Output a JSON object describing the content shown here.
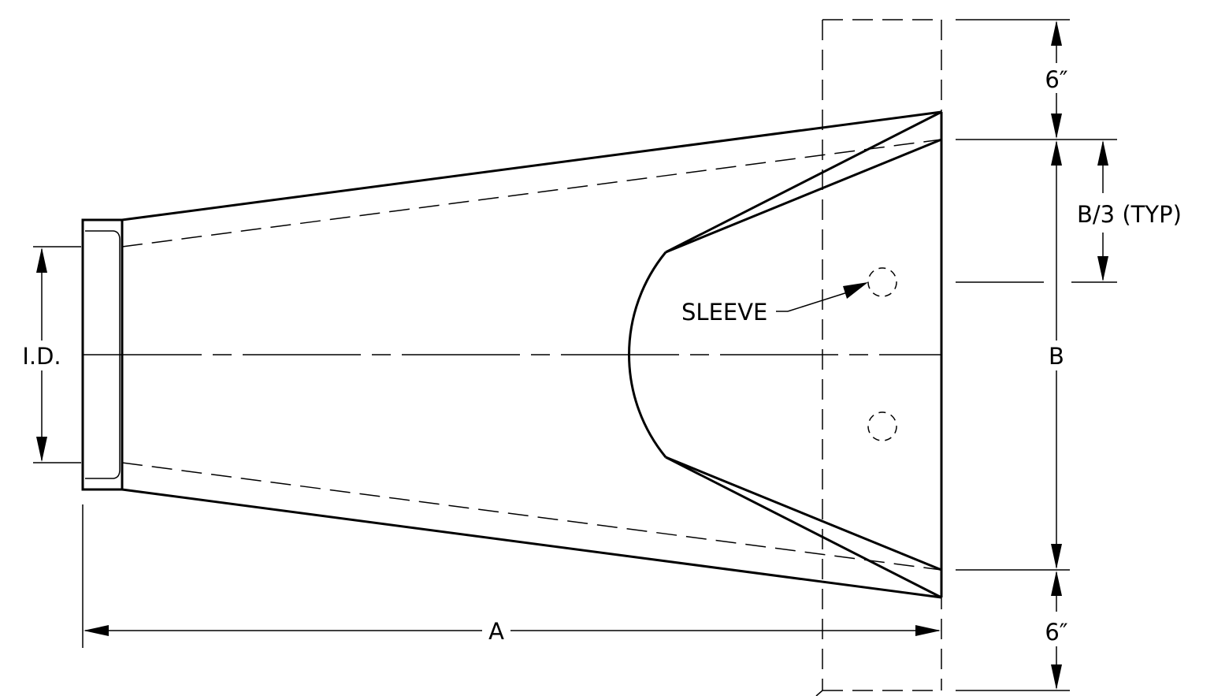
{
  "labels": {
    "id": "I.D.",
    "a": "A",
    "b": "B",
    "b3": "B/3 (TYP)",
    "six_top": "6″",
    "six_bottom": "6″",
    "sleeve": "SLEEVE"
  }
}
